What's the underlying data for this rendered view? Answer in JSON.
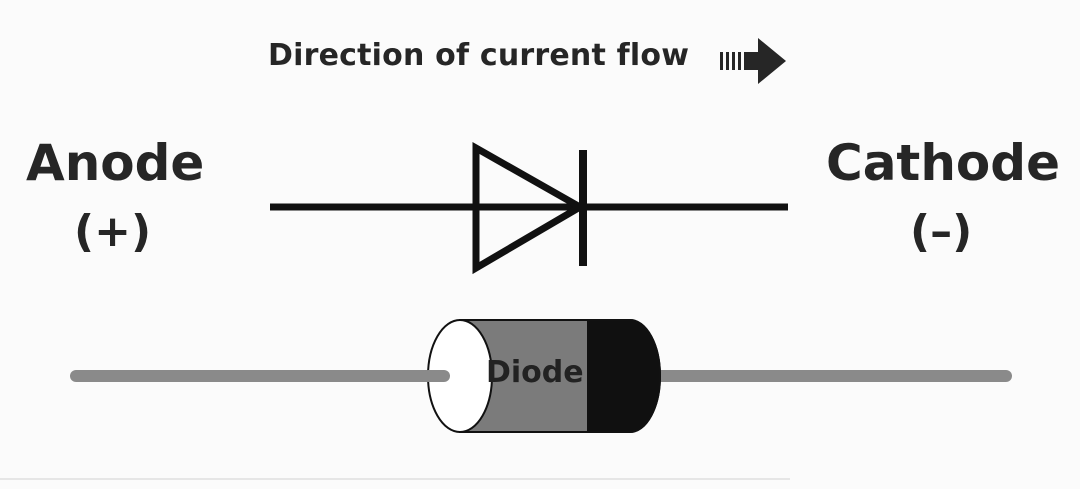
{
  "title": "Direction of current flow",
  "anode": {
    "name": "Anode",
    "polarity": "(+)"
  },
  "cathode": {
    "name": "Cathode",
    "polarity": "(–)"
  },
  "component": {
    "body_label": "Diode"
  },
  "icons": {
    "flow_arrow": "current-direction-arrow-icon"
  },
  "colors": {
    "ink": "#262626",
    "lead": "#8a8a8a",
    "body": "#7b7b7b",
    "band": "#101010",
    "end_cap": "#ffffff",
    "background": "#fbfbfb"
  }
}
